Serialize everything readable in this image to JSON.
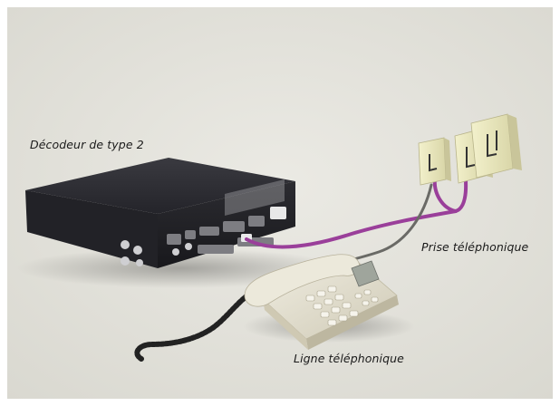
{
  "labels": {
    "decoder": "Décodeur de type 2",
    "wall_jack": "Prise téléphonique",
    "phone_line": "Ligne téléphonique"
  },
  "colors": {
    "background": "#e2e1da",
    "cable_purple": "#9a3f9a",
    "cable_grey": "#6a6a66",
    "decoder_body": "#2b2b30",
    "jack_cream": "#ebe9bd",
    "phone_cream": "#e4e0cf"
  }
}
